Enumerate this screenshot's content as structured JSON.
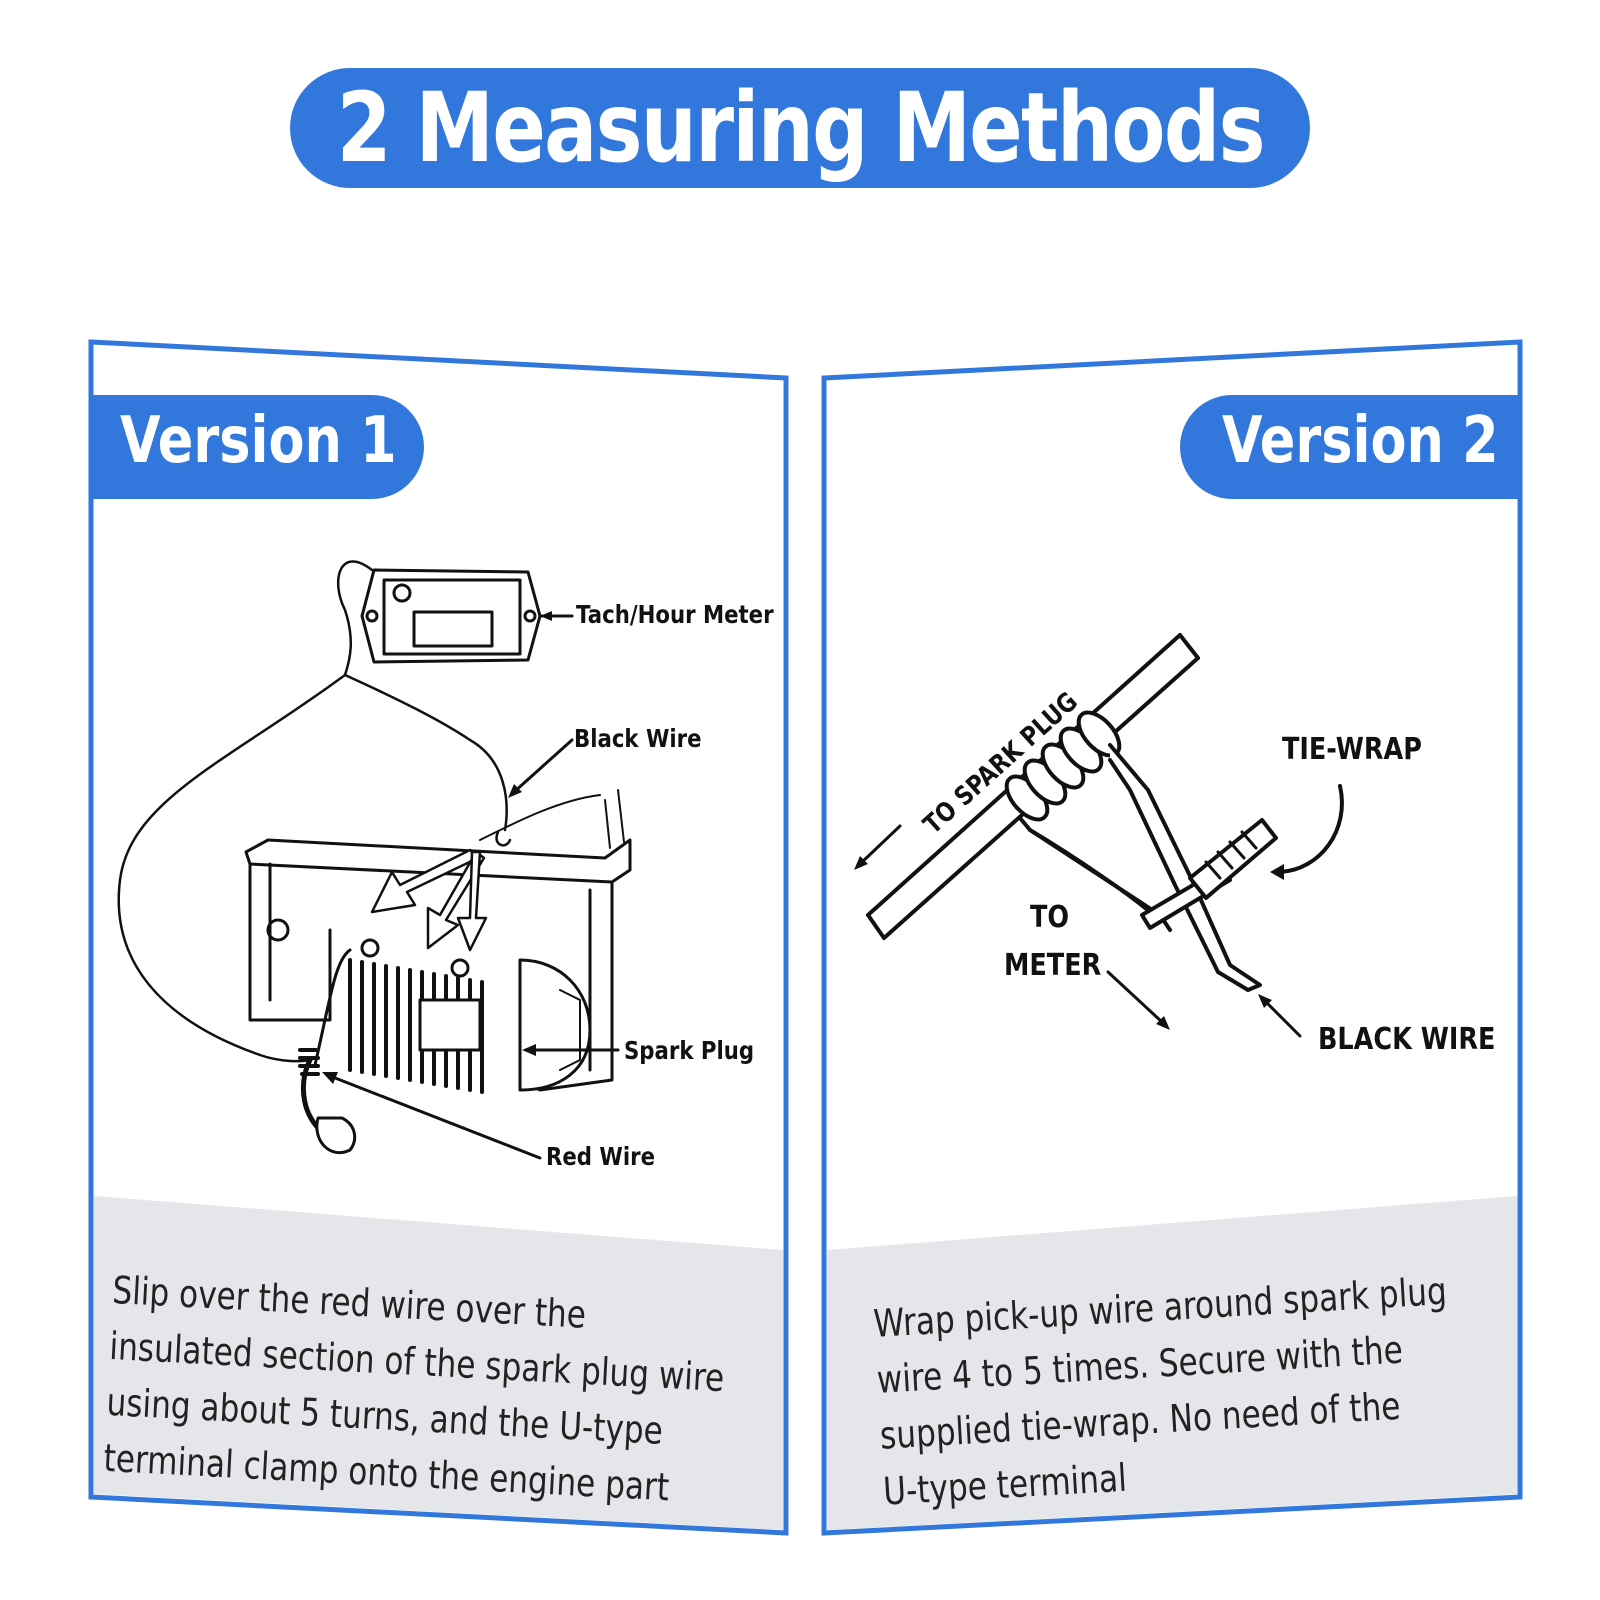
{
  "title": "2 Measuring Methods",
  "colors": {
    "accent": "#3278dc",
    "panel_text_bg": "#e4e6ea",
    "line": "#111111"
  },
  "version1": {
    "label": "Version 1",
    "callouts": {
      "meter": "Tach/Hour Meter",
      "black_wire": "Black Wire",
      "spark_plug": "Spark Plug",
      "red_wire": "Red Wire"
    },
    "description_lines": [
      "Slip over the red wire over the",
      "insulated section of the spark plug wire",
      "using about 5 turns, and the U-type",
      "terminal clamp onto the engine part"
    ]
  },
  "version2": {
    "label": "Version 2",
    "callouts": {
      "to_spark_plug": "TO SPARK PLUG",
      "tie_wrap": "TIE-WRAP",
      "to_meter_1": "TO",
      "to_meter_2": "METER",
      "black_wire": "BLACK WIRE"
    },
    "description_lines": [
      "Wrap pick-up wire around spark plug",
      "wire 4 to 5 times. Secure with the",
      "supplied tie-wrap. No need of the",
      "U-type terminal"
    ]
  }
}
